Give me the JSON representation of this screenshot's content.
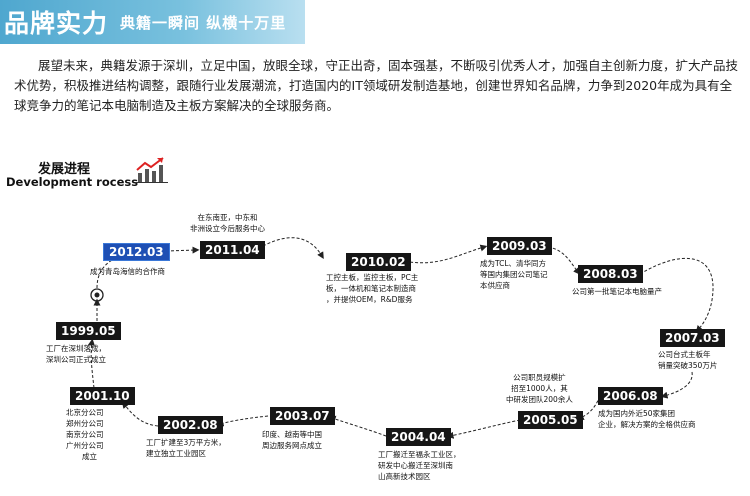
{
  "header": {
    "title": "品牌实力",
    "slogan": "典籍一瞬间 纵横十万里"
  },
  "intro": {
    "text": "展望未来，典籍发源于深圳，立足中国，放眼全球，守正出奇，固本强基，不断吸引优秀人才，加强自主创新力度，扩大产品技术优势，积极推进结构调整，跟随行业发展潮流，打造国内的IT领域研发制造基地，创建世界知名品牌，力争到2020年成为具有全球竞争力的笔记本电脑制造及主板方案解决的全球服务商。"
  },
  "section": {
    "title_cn": "发展进程",
    "title_en": "Development rocess"
  },
  "timeline": {
    "milestones": [
      {
        "year": "2012.03",
        "lines": [
          "成为青岛海信的合作商"
        ]
      },
      {
        "year": "2011.04",
        "lines": [
          "在东南亚，中东和",
          "非洲设立今后服务中心"
        ]
      },
      {
        "year": "2010.02",
        "lines": [
          "工控主板，监控主板，PC主",
          "板，一体机和笔记本制造商",
          "，并提供OEM，R&D服务"
        ]
      },
      {
        "year": "2009.03",
        "lines": [
          "成为TCL、清华同方",
          "等国内集团公司笔记",
          "本供应商"
        ]
      },
      {
        "year": "2008.03",
        "lines": [
          "公司第一批笔记本电脑量产"
        ]
      },
      {
        "year": "2007.03",
        "lines": [
          "公司台式主板年",
          "销量突破350万片"
        ]
      },
      {
        "year": "2006.08",
        "lines": [
          "成为国内外近50家集团",
          "企业，解决方案的全格供应商"
        ]
      },
      {
        "year": "2005.05",
        "lines": [
          "公司职员规模扩",
          "招至1000人，其",
          "中研发团队200余人"
        ]
      },
      {
        "year": "2004.04",
        "lines": [
          "工厂搬迁至福永工业区，",
          "研发中心搬迁至深圳南",
          "山高新技术园区"
        ]
      },
      {
        "year": "2003.07",
        "lines": [
          "印度、越南等中国",
          "周边服务网点成立"
        ]
      },
      {
        "year": "2002.08",
        "lines": [
          "工厂扩建至3万平方米，",
          "建立独立工业园区"
        ]
      },
      {
        "year": "2001.10",
        "lines": [
          "北京分公司",
          "郑州分公司",
          "南京分公司",
          "广州分公司",
          "成立"
        ]
      },
      {
        "year": "1999.05",
        "lines": [
          "工厂在深圳落成，",
          "深圳公司正式成立"
        ]
      }
    ]
  },
  "colors": {
    "accent": "#4fa7cf",
    "badge": "#161616",
    "badge_active": "#1e4fb4"
  },
  "icons": {
    "trend": "trend-arrow-icon",
    "start": "start-point-icon"
  }
}
